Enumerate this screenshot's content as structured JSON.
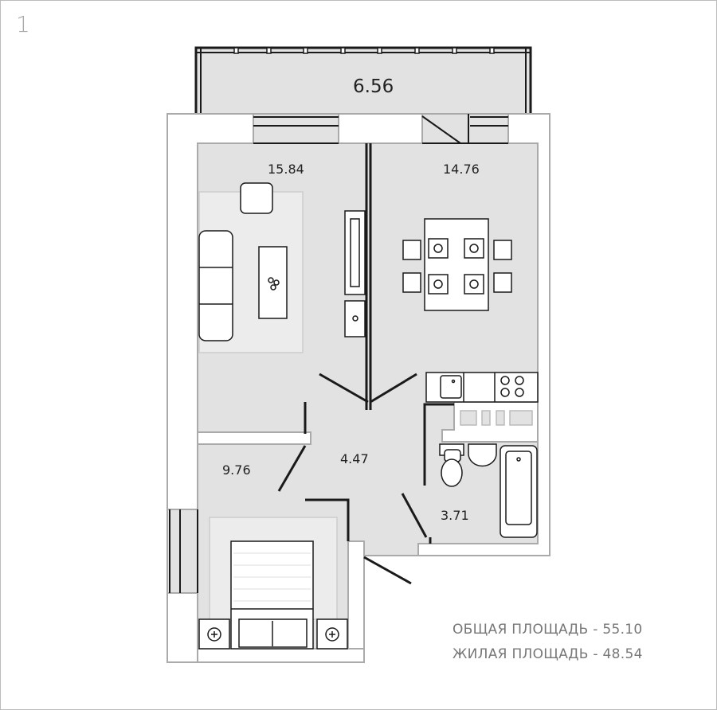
{
  "plan_number": "1",
  "rooms": {
    "balcony": "6.56",
    "living_room": "15.84",
    "kitchen": "14.76",
    "bedroom": "9.76",
    "hallway": "4.47",
    "bathroom": "3.71"
  },
  "totals": {
    "total_area": "ОБЩАЯ ПЛОЩАДЬ - 55.10",
    "living_area": "ЖИЛАЯ ПЛОЩАДЬ - 48.54"
  },
  "colors": {
    "room_fill": "#e2e2e2",
    "wall_outline": "#aaaaaa",
    "line": "#1a1a1a"
  }
}
